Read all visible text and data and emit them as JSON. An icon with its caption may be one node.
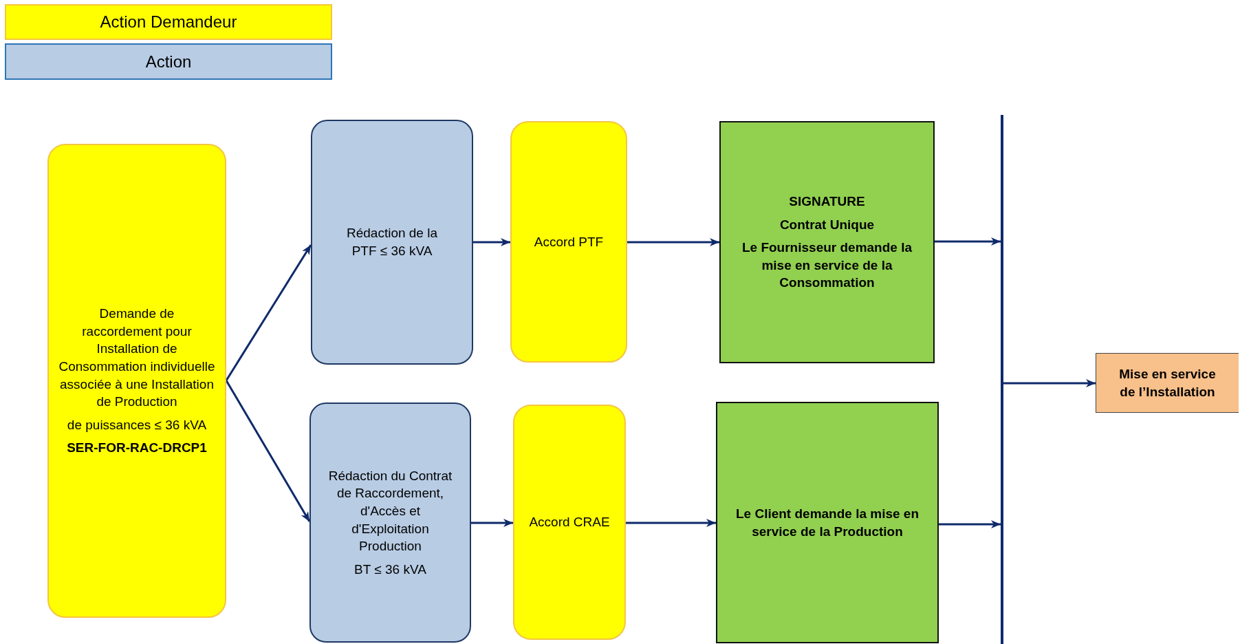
{
  "diagram": {
    "nodes": [
      {
        "text": [
          "Demande de raccordement pour Installation de Consommation individuelle associée à une Installation de Production",
          "de puissances ≤ 36 kVA",
          "SER-FOR-RAC-DRCP1"
        ]
      },
      {
        "text": [
          "Rédaction de la PTF ≤ 36 kVA"
        ]
      },
      {
        "text": [
          "Accord PTF"
        ]
      },
      {
        "text": [
          "SIGNATURE",
          "Contrat Unique",
          "Le Fournisseur demande la mise en service de la Consommation"
        ]
      },
      {
        "text": [
          "Rédaction du Contrat de Raccordement, d'Accès et d'Exploitation Production",
          "BT ≤ 36 kVA"
        ]
      },
      {
        "text": [
          "Accord CRAE"
        ]
      },
      {
        "text": [
          "Le Client demande la mise en service de la Production"
        ]
      },
      {
        "text": [],
        "shape": "bar"
      },
      {
        "text": [
          "Mise en service de l’Installation"
        ]
      }
    ],
    "edges": [
      {
        "from": 0,
        "to": 1,
        "arrow": "to"
      },
      {
        "from": 0,
        "to": 4,
        "arrow": "to"
      },
      {
        "from": 1,
        "to": 2,
        "arrow": "to"
      },
      {
        "from": 2,
        "to": 3,
        "arrow": "to"
      },
      {
        "from": 4,
        "to": 5,
        "arrow": "to"
      },
      {
        "from": 5,
        "to": 6,
        "arrow": "to"
      },
      {
        "from": 3,
        "to": 7,
        "arrow": "to"
      },
      {
        "from": 6,
        "to": 7,
        "arrow": "to"
      },
      {
        "from": 7,
        "to": 8,
        "arrow": "to"
      }
    ],
    "legend": [
      {
        "text": "Action Demandeur",
        "color": "#ffff00"
      },
      {
        "text": "Action",
        "color": "#b8cce4"
      }
    ]
  }
}
